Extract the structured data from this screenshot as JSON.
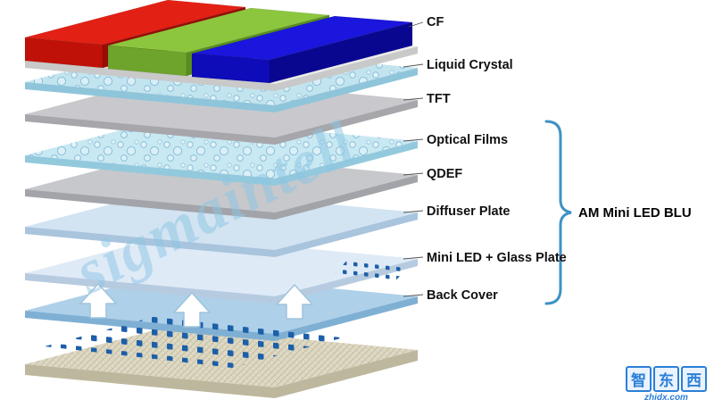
{
  "diagram": {
    "watermark": "sigmaintell",
    "watermark_color": "#8cc6e4",
    "layers": [
      {
        "label": "CF",
        "top": "#ececec",
        "side": "#c9c9c9"
      },
      {
        "label": "Liquid Crystal",
        "top": "#c2e4ef",
        "side": "#8fc5da"
      },
      {
        "label": "TFT",
        "top": "#c9c9cd",
        "side": "#a6a6ab"
      },
      {
        "label": "Optical Films",
        "top": "#c8e8f2",
        "side": "#93c9dd"
      },
      {
        "label": "QDEF",
        "top": "#c6c8cc",
        "side": "#a2a4a9"
      },
      {
        "label": "Diffuser Plate",
        "top": "#d2e3f2",
        "side": "#a9c4dd"
      },
      {
        "label": "Mini LED + Glass Plate",
        "top": "#dfeaf7",
        "side": "#b7cbe0"
      },
      {
        "label": "Back Cover",
        "top": "#aed0e8",
        "side": "#7fb0d4"
      }
    ],
    "cf_blocks": [
      {
        "name": "red-filter",
        "top": "#e32014",
        "front": "#c01108",
        "side": "#970d05"
      },
      {
        "name": "green-filter",
        "top": "#8cc63e",
        "front": "#6ea42c",
        "side": "#578e20"
      },
      {
        "name": "blue-filter",
        "top": "#1a16dd",
        "front": "#0e0bb8",
        "side": "#090790"
      }
    ],
    "bottom_plate": {
      "top": "#ded9c3",
      "side": "#bdb79d"
    },
    "led_color": "#1c5fa9",
    "arrow_fill": "#ffffff",
    "arrow_outline": "#9fc3dd",
    "bracket": {
      "label": "AM Mini LED BLU",
      "color": "#3e92c4"
    }
  },
  "logo": {
    "chars": [
      "智",
      "东",
      "西"
    ],
    "site": "zhidx.com"
  }
}
